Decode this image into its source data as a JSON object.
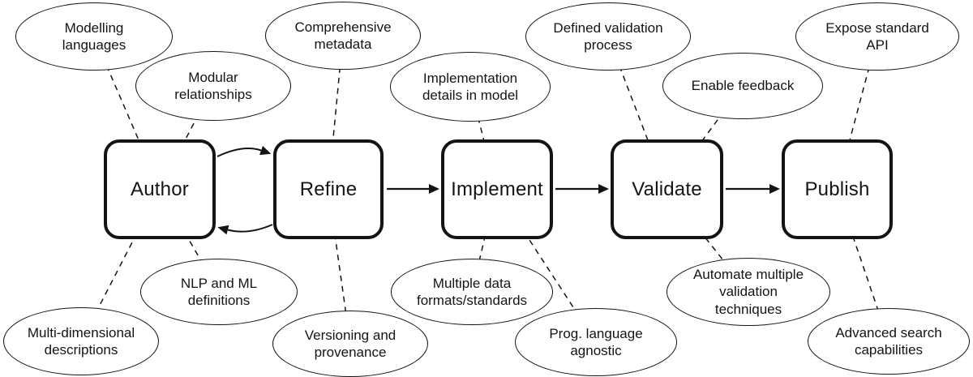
{
  "diagram": {
    "type": "process-flow",
    "stroke_color": "#141414",
    "background_color": "#ffffff",
    "boxes": [
      {
        "label": "Author"
      },
      {
        "label": "Refine"
      },
      {
        "label": "Implement"
      },
      {
        "label": "Validate"
      },
      {
        "label": "Publish"
      }
    ],
    "flow_arrows": [
      {
        "from": "Author",
        "to": "Refine",
        "style": "curved"
      },
      {
        "from": "Refine",
        "to": "Author",
        "style": "curved"
      },
      {
        "from": "Refine",
        "to": "Implement",
        "style": "straight"
      },
      {
        "from": "Implement",
        "to": "Validate",
        "style": "straight"
      },
      {
        "from": "Validate",
        "to": "Publish",
        "style": "straight"
      }
    ],
    "ellipses": [
      {
        "label": "Modelling\nlanguages",
        "connects_to": "Author",
        "row": "top"
      },
      {
        "label": "Modular\nrelationships",
        "connects_to": "Author",
        "row": "top"
      },
      {
        "label": "Comprehensive\nmetadata",
        "connects_to": "Refine",
        "row": "top"
      },
      {
        "label": "Implementation\ndetails in model",
        "connects_to": "Implement",
        "row": "top"
      },
      {
        "label": "Defined validation\nprocess",
        "connects_to": "Validate",
        "row": "top"
      },
      {
        "label": "Enable feedback",
        "connects_to": "Validate",
        "row": "top"
      },
      {
        "label": "Expose standard\nAPI",
        "connects_to": "Publish",
        "row": "top"
      },
      {
        "label": "Multi-dimensional\ndescriptions",
        "connects_to": "Author",
        "row": "bottom"
      },
      {
        "label": "NLP and ML\ndefinitions",
        "connects_to": "Author",
        "row": "bottom"
      },
      {
        "label": "Versioning and\nprovenance",
        "connects_to": "Refine",
        "row": "bottom"
      },
      {
        "label": "Multiple data\nformats/standards",
        "connects_to": "Implement",
        "row": "bottom"
      },
      {
        "label": "Prog. language\nagnostic",
        "connects_to": "Implement",
        "row": "bottom"
      },
      {
        "label": "Automate multiple\nvalidation\ntechniques",
        "connects_to": "Validate",
        "row": "bottom"
      },
      {
        "label": "Advanced search\ncapabilities",
        "connects_to": "Publish",
        "row": "bottom"
      }
    ]
  }
}
